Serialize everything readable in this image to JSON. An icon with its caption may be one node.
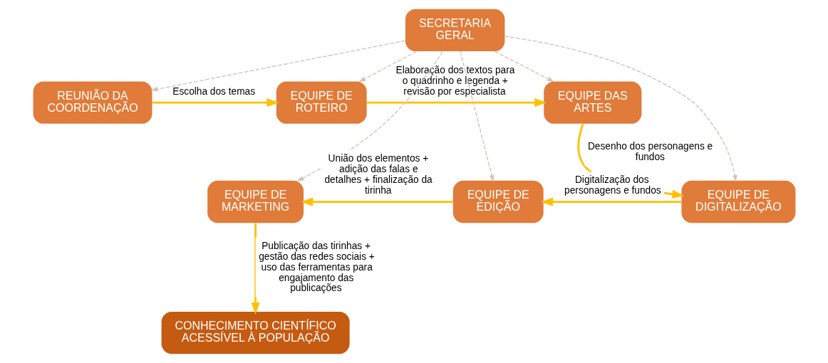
{
  "diagram": {
    "nodes": [
      {
        "text": [
          "REUNIÃO DA COORDENAÇÃO"
        ]
      },
      {
        "text": [
          "EQUIPE DE ROTEIRO"
        ]
      },
      {
        "text": [
          "EQUIPE DAS ARTES"
        ]
      },
      {
        "text": [
          "SECRETARIA GERAL"
        ]
      },
      {
        "text": [
          "EQUIPE DE MARKETING"
        ]
      },
      {
        "text": [
          "EQUIPE DE EDIÇÃO"
        ]
      },
      {
        "text": [
          "EQUIPE DE DIGITALIZAÇÃO"
        ]
      },
      {
        "text": [
          "CONHECIMENTO CIENTÍFICO ACESSÍVEL À POPULAÇÃO"
        ]
      }
    ],
    "edges": [
      {
        "from": 0,
        "to": 1,
        "arrow": "to",
        "label": "Escolha dos temas",
        "color": "#ffc000"
      },
      {
        "from": 1,
        "to": 2,
        "arrow": "to",
        "label": "Elaboração dos textos para o quadrinho e legenda + revisão por especialista",
        "color": "#ffc000"
      },
      {
        "from": 2,
        "to": 6,
        "arrow": "to",
        "label": "Desenho dos personagens e fundos",
        "color": "#ffc000"
      },
      {
        "from": 6,
        "to": 5,
        "arrow": "to",
        "label": "Digitalização dos personagens e fundos",
        "color": "#ffc000"
      },
      {
        "from": 5,
        "to": 4,
        "arrow": "to",
        "label": "União dos elementos + adição das falas e detalhes + finalização da tirinha",
        "color": "#ffc000"
      },
      {
        "from": 4,
        "to": 7,
        "arrow": "to",
        "label": "Publicação das tirinhas + gestão das redes sociais + uso das ferramentas para engajamento das publicações",
        "color": "#ffc000"
      },
      {
        "from": 3,
        "to": 0,
        "arrow": "to",
        "style": "dashed",
        "color": "#d5c4b4"
      },
      {
        "from": 3,
        "to": 1,
        "arrow": "to",
        "style": "dashed",
        "color": "#d5c4b4"
      },
      {
        "from": 3,
        "to": 2,
        "arrow": "to",
        "style": "dashed",
        "color": "#d5c4b4"
      },
      {
        "from": 3,
        "to": 4,
        "arrow": "to",
        "style": "dashed",
        "color": "#d5c4b4"
      },
      {
        "from": 3,
        "to": 5,
        "arrow": "to",
        "style": "dashed",
        "color": "#d5c4b4"
      },
      {
        "from": 3,
        "to": 6,
        "arrow": "to",
        "style": "dashed",
        "color": "#d5c4b4"
      }
    ]
  }
}
